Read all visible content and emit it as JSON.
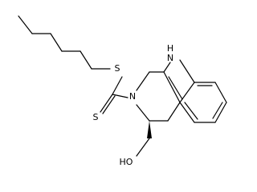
{
  "molecule": {
    "atoms": {
      "sulfur_thioester": "S",
      "sulfur_thione": "S",
      "nitrogen_ring": "N",
      "nitrogen_indole": "N",
      "hydrogen_indole": "H",
      "hydroxyl": "HO"
    }
  }
}
